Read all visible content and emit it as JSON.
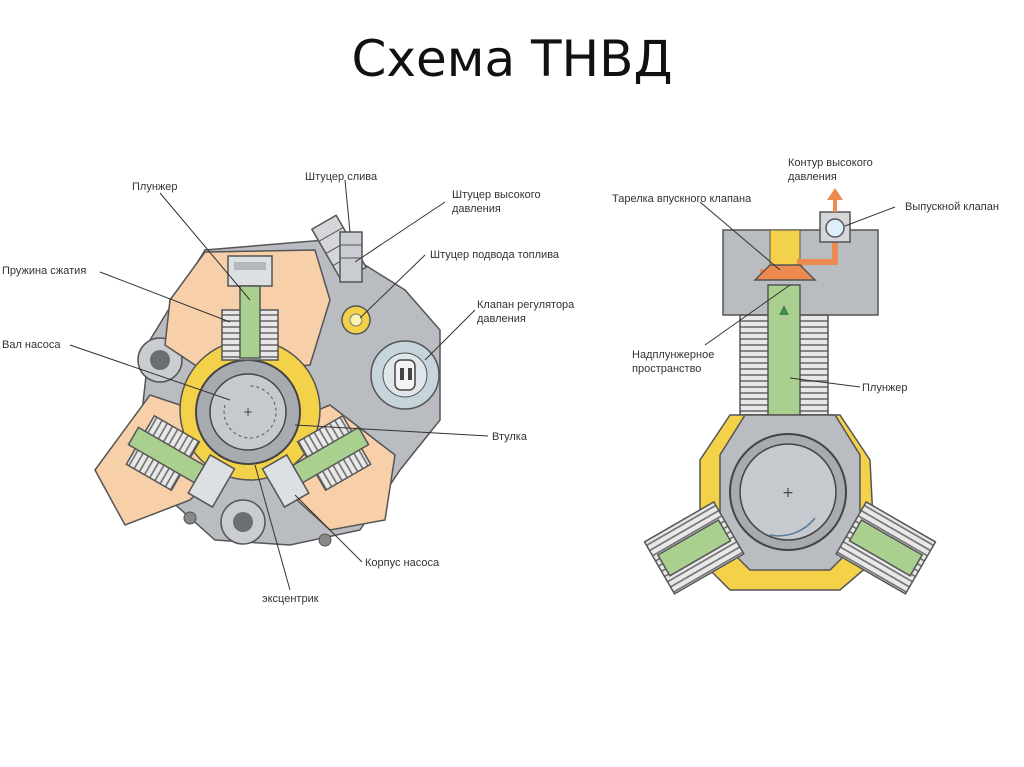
{
  "title": "Схема ТНВД",
  "colors": {
    "housing_gray": "#b9bcc0",
    "body_tan": "#f7cfa8",
    "plunger_green": "#a9d08e",
    "ring_yellow": "#f3d24a",
    "pipe_orange": "#ec8a4f",
    "outline": "#555555"
  },
  "left_diagram": {
    "labels": {
      "plunger": "Плунжер",
      "drain_fitting": "Штуцер слива",
      "hp_fitting_1": "Штуцер высокого",
      "hp_fitting_2": "давления",
      "fuel_inlet": "Штуцер подвода топлива",
      "compression_spring": "Пружина сжатия",
      "regulator_valve_1": "Клапан регулятора",
      "regulator_valve_2": "давления",
      "pump_shaft": "Вал насоса",
      "bushing": "Втулка",
      "pump_housing": "Корпус насоса",
      "eccentric": "эксцентрик"
    }
  },
  "right_diagram": {
    "labels": {
      "hp_circuit_1": "Контур высокого",
      "hp_circuit_2": "давления",
      "intake_valve_plate": "Тарелка впускного клапана",
      "outlet_valve": "Выпускной клапан",
      "above_plunger_1": "Надплунжерное",
      "above_plunger_2": "пространство",
      "plunger": "Плунжер"
    }
  }
}
